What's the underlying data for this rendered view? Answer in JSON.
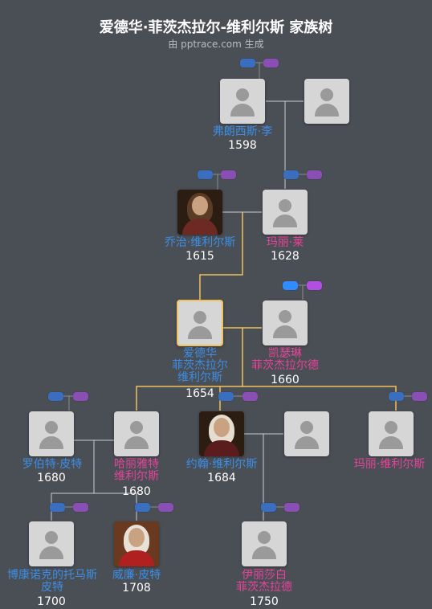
{
  "header": {
    "title": "爱德华·菲茨杰拉尔-维利尔斯 家族树",
    "subtitle": "由 pptrace.com 生成"
  },
  "people": {
    "francis": {
      "name": "弗朗西斯·李",
      "year": "1598"
    },
    "francis_spouse": {
      "name": "",
      "year": ""
    },
    "george": {
      "name": "乔治·维利尔斯",
      "year": "1615"
    },
    "mary_lee": {
      "name": "玛丽·莱",
      "year": "1628"
    },
    "edward": {
      "name": "爱德华\n菲茨杰拉尔\n维利尔斯",
      "year": "1654"
    },
    "katherine": {
      "name": "凯瑟琳\n菲茨杰拉尔德",
      "year": "1660"
    },
    "robert": {
      "name": "罗伯特·皮特",
      "year": "1680"
    },
    "harriet": {
      "name": "哈丽雅特\n维利尔斯",
      "year": "1680"
    },
    "john": {
      "name": "约翰·维利尔斯",
      "year": "1684"
    },
    "john_spouse": {
      "name": "",
      "year": ""
    },
    "mary_villiers": {
      "name": "玛丽·维利尔斯",
      "year": ""
    },
    "thomas": {
      "name": "博康诺克的托马斯\n皮特",
      "year": "1700"
    },
    "william": {
      "name": "威廉·皮特",
      "year": "1708"
    },
    "elizabeth": {
      "name": "伊丽莎白\n菲茨杰拉德",
      "year": "1750"
    }
  },
  "colors": {
    "male": "#3c8ee6",
    "female": "#e8439a",
    "line": "#c9ccd1",
    "highlight_line": "#f0c25c",
    "background": "#4a4e55"
  }
}
